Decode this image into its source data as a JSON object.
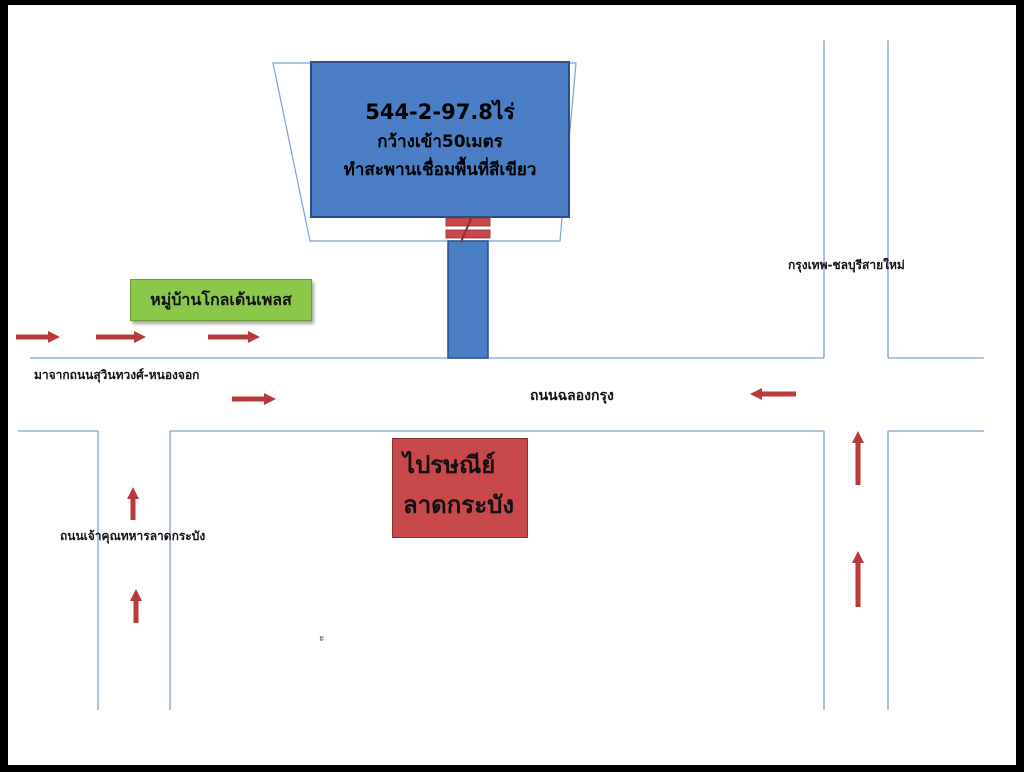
{
  "land_plot": {
    "area": "544-2-97.8ไร่",
    "frontage": "กว้างเข้า50เมตร",
    "note": "ทำสะพานเชื่อมพื้นที่สีเขียว"
  },
  "village": {
    "label": "หมู่บ้านโกลเด้นเพลส"
  },
  "post_office": {
    "line1": "ไปรษณีย์",
    "line2": "ลาดกระบัง"
  },
  "roads": {
    "main_road": "ถนนฉลองกรุง",
    "from_road": "มาจากถนนสุวินทวงศ์-หนองจอก",
    "side_road": "ถนนเจ้าคุณทหารลาดกระบัง",
    "highway": "กรุงเทพ-ชลบุรีสายใหม่"
  },
  "colors": {
    "plot": "#4a7fc6",
    "village": "#8ac84a",
    "post_office": "#c9484a",
    "arrow": "#b83a3a",
    "road_line": "#7f9fd0"
  },
  "stray_mark": "ะ"
}
